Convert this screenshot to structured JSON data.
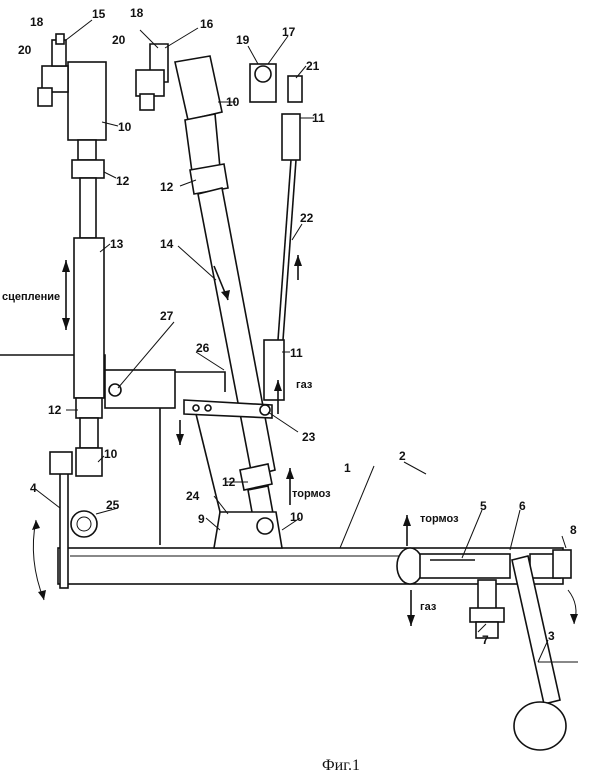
{
  "caption": "Фиг.1",
  "words": {
    "clutch": "сцепление",
    "gas_top": "газ",
    "brake_mid": "тормоз",
    "brake_right": "тормоз",
    "gas_bottom": "газ"
  },
  "labels": {
    "n1": "1",
    "n2": "2",
    "n3": "3",
    "n4": "4",
    "n5": "5",
    "n6": "6",
    "n7": "7",
    "n8": "8",
    "n9": "9",
    "n10a": "10",
    "n10b": "10",
    "n10c": "10",
    "n10d": "10",
    "n11a": "11",
    "n11b": "11",
    "n12a": "12",
    "n12b": "12",
    "n12c": "12",
    "n12d": "12",
    "n13": "13",
    "n14": "14",
    "n15": "15",
    "n16": "16",
    "n17": "17",
    "n18a": "18",
    "n18b": "18",
    "n19": "19",
    "n20a": "20",
    "n20b": "20",
    "n21": "21",
    "n22": "22",
    "n23": "23",
    "n24": "24",
    "n25": "25",
    "n26": "26",
    "n27": "27"
  }
}
